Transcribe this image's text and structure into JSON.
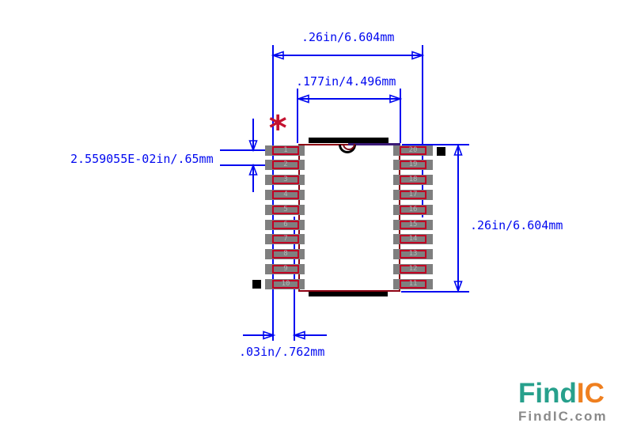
{
  "drawing": {
    "dim_lead_span_top": ".26in/6.604mm",
    "dim_body_width": ".177in/4.496mm",
    "dim_pin_pitch": "2.559055E-02in/.65mm",
    "dim_lead_span_side": ".26in/6.604mm",
    "dim_pad_width": ".03in/.762mm",
    "pin1_marker": "*",
    "pads_left": [
      "1",
      "2",
      "3",
      "4",
      "5",
      "6",
      "7",
      "8",
      "9",
      "10"
    ],
    "pads_right": [
      "20",
      "19",
      "18",
      "17",
      "16",
      "15",
      "14",
      "13",
      "12",
      "11"
    ]
  },
  "colors": {
    "dimension_blue": "#0008f0",
    "pad_gray": "#7f7f7f",
    "pin_outline_red": "#c00024",
    "body_outline_red": "#8d0012",
    "pin1_marker_red": "#c41230",
    "logo_teal": "#27a08c",
    "logo_orange": "#ef7f1f",
    "logo_caption_gray": "#8a8a8a"
  },
  "logo": {
    "brand_primary": "Find",
    "brand_secondary": "IC",
    "caption": "FindIC.com"
  }
}
